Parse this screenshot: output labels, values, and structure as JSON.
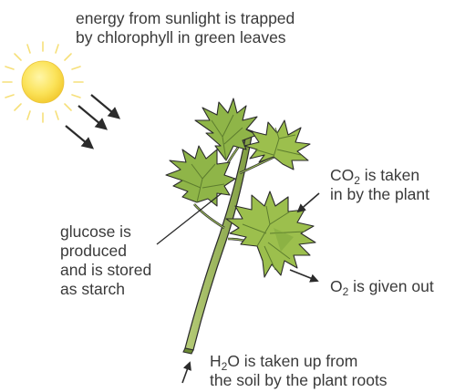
{
  "labels": {
    "sunlight": {
      "line1": "energy from sunlight is trapped",
      "line2": "by chlorophyll in green leaves"
    },
    "co2": {
      "part1": "CO",
      "sub": "2",
      "part2": " is taken",
      "line2": "in by the plant"
    },
    "glucose": {
      "line1": "glucose is",
      "line2": "produced",
      "line3": "and is stored",
      "line4": "as starch"
    },
    "o2": {
      "part1": "O",
      "sub": "2",
      "part2": " is given out"
    },
    "h2o": {
      "part1": "H",
      "sub": "2",
      "part2": "O is taken up from",
      "line2": "the soil by the plant roots"
    }
  },
  "icons": [
    "sun-icon",
    "leaf-icon",
    "arrow-icon"
  ],
  "colors": {
    "sun_fill": "#fbe35a",
    "sun_rays": "#f6e07a",
    "leaf_light": "#9cbf4d",
    "leaf_dark": "#5d7d2e",
    "stem": "#8fae4e",
    "outline": "#2b2b2b",
    "text": "#3a3a3a"
  }
}
